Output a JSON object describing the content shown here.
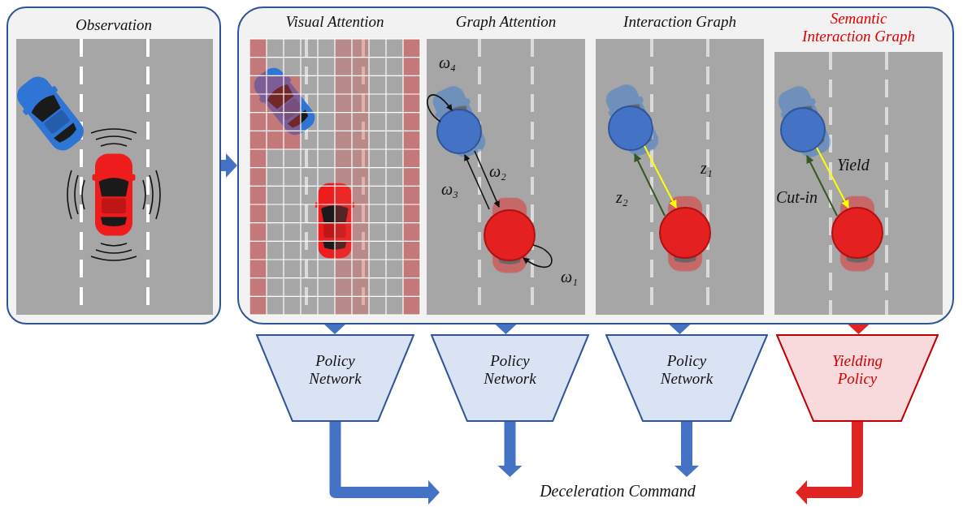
{
  "diagram": {
    "nodes": [
      {
        "text": [
          "Observation"
        ]
      },
      {
        "text": []
      },
      {
        "text": [
          "Visual Attention"
        ],
        "in": 1
      },
      {
        "text": [
          "Graph Attention"
        ],
        "in": 1
      },
      {
        "text": [
          "Interaction Graph"
        ],
        "in": 1
      },
      {
        "text": [
          "Semantic Interaction Graph"
        ],
        "in": 1
      },
      {
        "text": [
          "Policy Network"
        ]
      },
      {
        "text": [
          "Policy Network"
        ]
      },
      {
        "text": [
          "Policy Network"
        ]
      },
      {
        "text": [
          "Yielding Policy"
        ]
      },
      {
        "text": [
          "Deceleration Command"
        ]
      }
    ],
    "edges": [
      {
        "from": 0,
        "to": 1,
        "arrow": "to"
      },
      {
        "from": 2,
        "to": 6,
        "arrow": "to"
      },
      {
        "from": 3,
        "to": 7,
        "arrow": "to"
      },
      {
        "from": 4,
        "to": 8,
        "arrow": "to"
      },
      {
        "from": 5,
        "to": 9,
        "arrow": "to"
      },
      {
        "from": 6,
        "to": 10,
        "arrow": "to"
      },
      {
        "from": 7,
        "to": 10,
        "arrow": "to"
      },
      {
        "from": 8,
        "to": 10,
        "arrow": "to"
      },
      {
        "from": 9,
        "to": 10,
        "arrow": "to"
      }
    ],
    "labels": [
      "ω₄",
      "ω₂",
      "ω₃",
      "ω₁",
      "z₁",
      "z₂",
      "Yield",
      "Cut-in"
    ]
  }
}
